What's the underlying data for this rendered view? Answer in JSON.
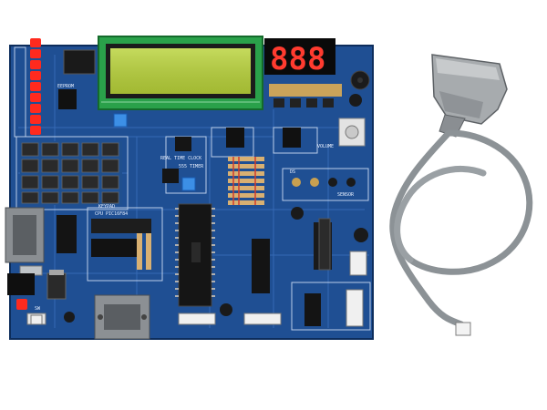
{
  "image": {
    "subject": "development board with parallel port cable",
    "board_color": "#1f4f93",
    "lcd_backlight_color": "#b9d33a",
    "seven_segment_color": "#ff3b2f",
    "cable_color": "#8c9296"
  },
  "display": {
    "seven_segment": "888"
  },
  "silkscreen": {
    "cpu_label": "CPU PIC16F84",
    "rtc_label": "REAL TIME CLOCK",
    "timer_label": "555 TIMER",
    "eeprom_label": "EEPROM",
    "keypad_label": "KEYPAD",
    "sensor_label": "SENSOR",
    "volume_label": "VOLUME",
    "switch_label": "SW",
    "ds_label": "DS"
  },
  "cable": {
    "connector": "DB25",
    "end": "JST connector"
  }
}
